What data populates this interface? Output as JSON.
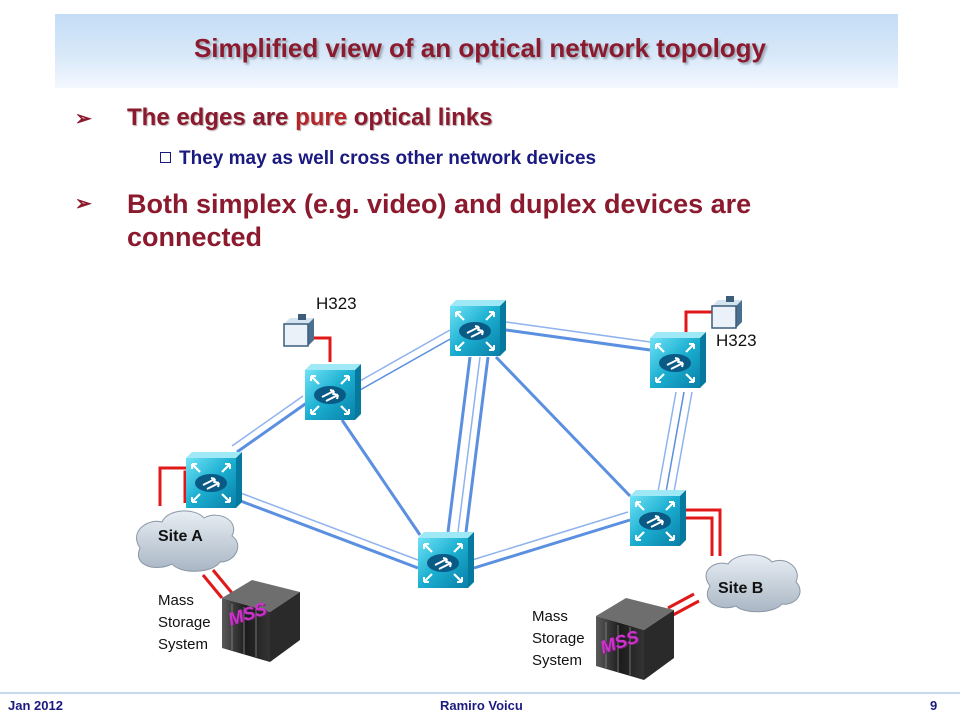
{
  "slide": {
    "title": "Simplified view of an optical network topology",
    "bullets": [
      {
        "prefix": "The edges are ",
        "highlight": "pure",
        "suffix": " optical links"
      },
      {
        "text": "Both simplex (e.g. video) and duplex devices are connected"
      }
    ],
    "subbullets": [
      "They may as well cross other network devices"
    ],
    "bullet_marker": "Ø"
  },
  "diagram": {
    "h323_left": "H323",
    "h323_right": "H323",
    "site_a": "Site A",
    "site_b": "Site B",
    "mss_left": {
      "line1": "Mass",
      "line2": "Storage",
      "line3": "System",
      "badge": "MSS"
    },
    "mss_right": {
      "line1": "Mass",
      "line2": "Storage",
      "line3": "System",
      "badge": "MSS"
    },
    "colors": {
      "link_blue": "#5b8fe0",
      "link_red": "#e01818",
      "device_cyan": "#00a8c8"
    }
  },
  "footer": {
    "date": "Jan 2012",
    "author": "Ramiro Voicu",
    "page": "9"
  }
}
